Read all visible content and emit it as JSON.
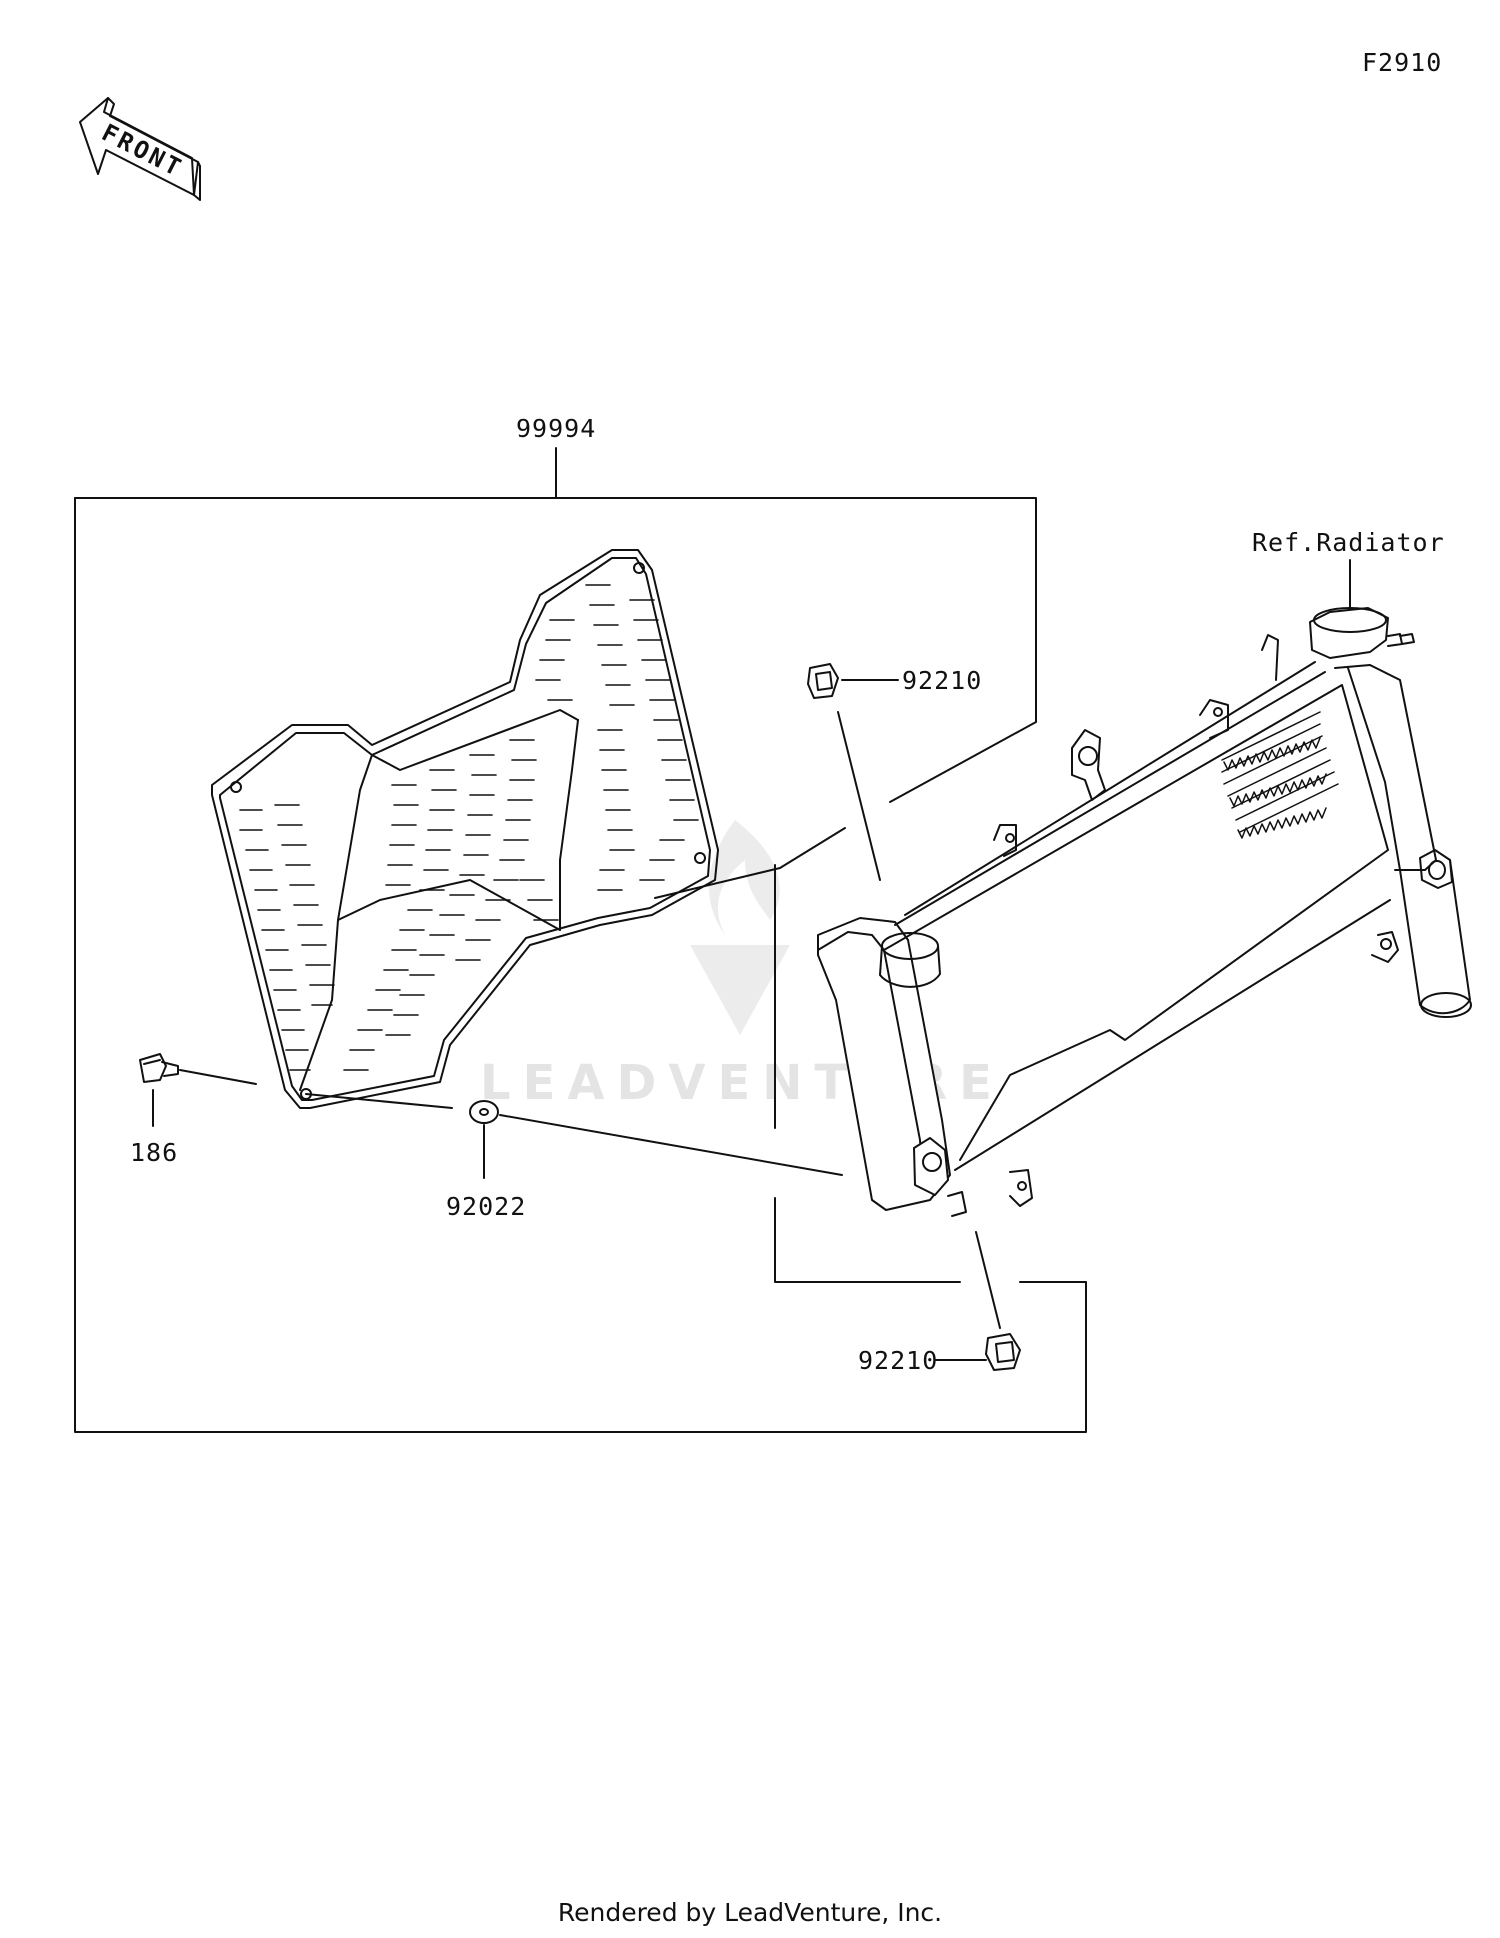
{
  "figure_code": "F2910",
  "front_arrow_text": "FRONT",
  "watermark": {
    "text": "LEADVENTURE",
    "logo_icon": "leadventure-flame-logo-icon",
    "color": "#e4e4e4"
  },
  "callouts": {
    "kit": "99994",
    "ref_radiator": "Ref.Radiator",
    "clip_upper": "92210",
    "clip_lower": "92210",
    "bolt": "186",
    "washer": "92022"
  },
  "footer": "Rendered by LeadVenture, Inc.",
  "colors": {
    "line": "#111111",
    "background": "#ffffff"
  }
}
